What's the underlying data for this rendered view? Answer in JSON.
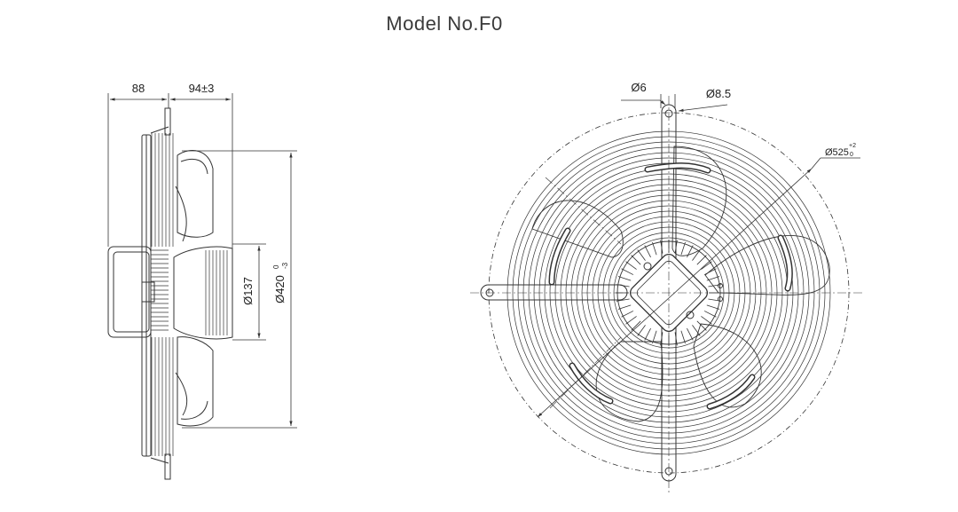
{
  "title": "Model No.F0",
  "side_view": {
    "dim_left": "88",
    "dim_right": "94±3",
    "dim_hub_diameter": "Ø137",
    "dim_blade_diameter_main": "Ø420",
    "dim_blade_diameter_lower": "-3",
    "dim_blade_diameter_upper": "0"
  },
  "front_view": {
    "dim_hole_small": "Ø6",
    "dim_hole_large": "Ø8.5",
    "dim_guard_main": "Ø525",
    "dim_guard_upper": "+2",
    "dim_guard_lower": "0"
  },
  "colors": {
    "line": "#333333",
    "title": "#3a3a3a"
  }
}
